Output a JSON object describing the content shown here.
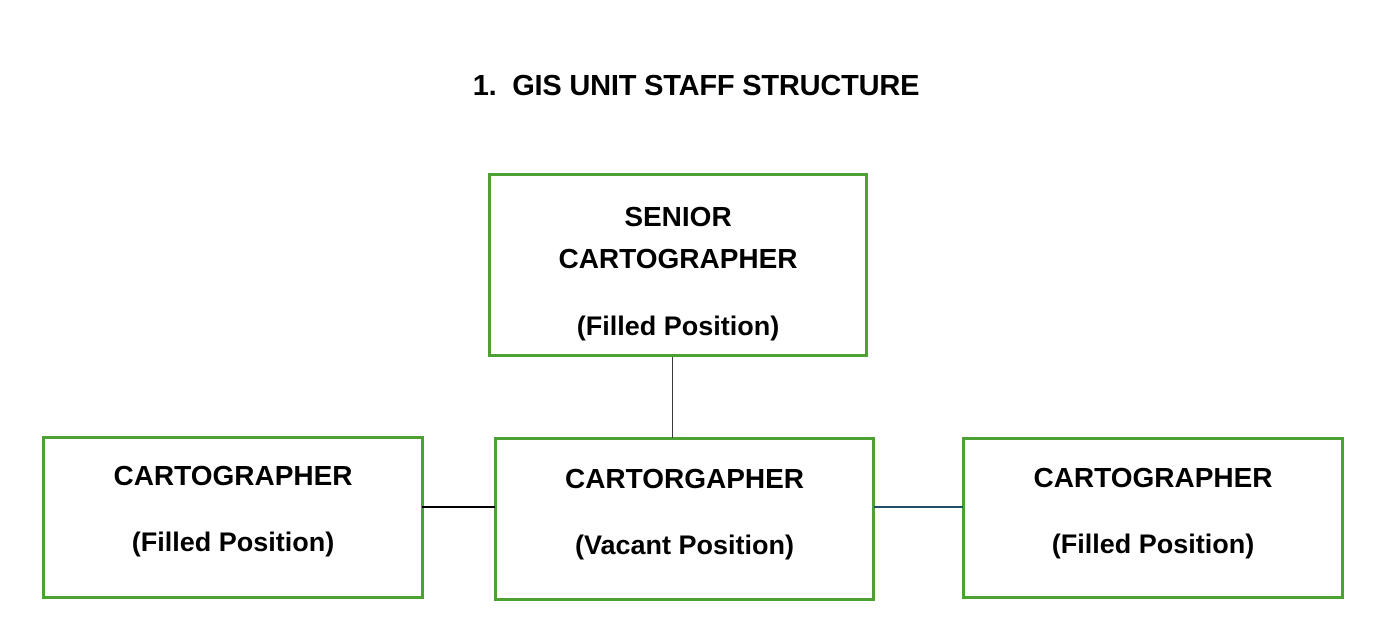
{
  "document": {
    "title": "1.  GIS UNIT STAFF STRUCTURE"
  },
  "colors": {
    "box_border_green": "#4CA132",
    "connector_black": "#000000",
    "connector_blue": "#1F5166",
    "text": "#000000",
    "background": "#FFFFFF"
  },
  "org_chart": {
    "nodes": [
      {
        "id": "senior-cartographer",
        "title_line_1": "SENIOR",
        "title_line_2": "CARTOGRAPHER",
        "status": "(Filled Position)",
        "level": "top"
      },
      {
        "id": "cartographer-left",
        "title": "CARTOGRAPHER",
        "status": "(Filled Position)",
        "level": "bottom"
      },
      {
        "id": "cartorgapher-center",
        "title": "CARTORGAPHER",
        "status": "(Vacant Position)",
        "level": "bottom"
      },
      {
        "id": "cartographer-right",
        "title": "CARTOGRAPHER",
        "status": "(Filled Position)",
        "level": "bottom"
      }
    ],
    "connectors": [
      {
        "id": "senior-to-center",
        "orientation": "vertical",
        "color": "#3A3A3A"
      },
      {
        "id": "left-to-center",
        "orientation": "horizontal",
        "color": "#000000"
      },
      {
        "id": "center-to-right",
        "orientation": "horizontal",
        "color": "#1F5166"
      }
    ]
  }
}
